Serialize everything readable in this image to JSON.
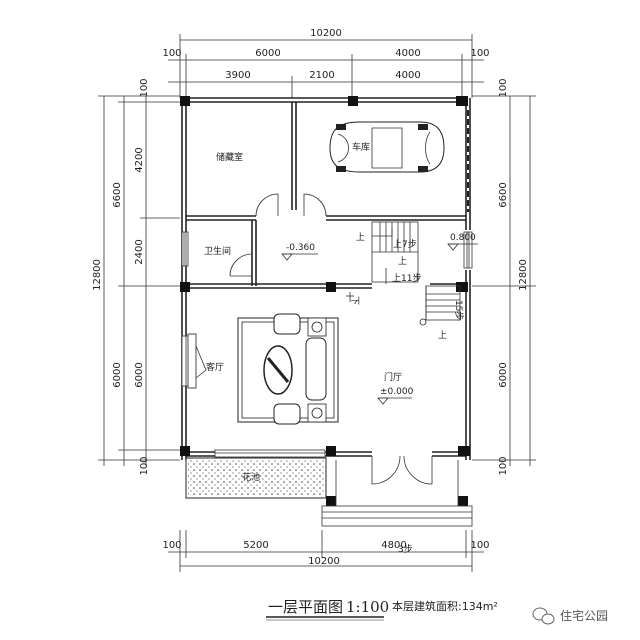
{
  "dimensions": {
    "top_total": "10200",
    "top_left_edge": "100",
    "top_right_edge": "100",
    "top_seg_6000": "6000",
    "top_seg_4000": "4000",
    "top_sub_3900": "3900",
    "top_sub_2100": "2100",
    "top_sub_4000": "4000",
    "bottom_left_edge": "100",
    "bottom_right_edge": "100",
    "bottom_seg_5200": "5200",
    "bottom_seg_4800": "4800",
    "bottom_total": "10200",
    "left_top_edge": "100",
    "left_total": "12800",
    "left_seg_6600": "6600",
    "left_seg_6000": "6000",
    "left_sub_4200": "4200",
    "left_sub_2400": "2400",
    "left_sub_6000": "6000",
    "left_bottom_edge": "100",
    "right_top_edge": "100",
    "right_total": "12800",
    "right_seg_6600": "6600",
    "right_seg_6000": "6000",
    "right_bottom_edge": "100"
  },
  "rooms": {
    "storage": "储藏室",
    "garage": "车库",
    "bathroom": "卫生间",
    "living": "客厅",
    "foyer": "门厅",
    "garden": "花池"
  },
  "levels": {
    "bathroom": "-0.360",
    "garage": "0.800",
    "foyer": "±0.000"
  },
  "stairs": {
    "up1": "上",
    "steps7": "上7步",
    "steps11": "上11步",
    "steps15": "15步",
    "up2": "上",
    "up3": "上",
    "down": "下",
    "bottom_steps": "3步"
  },
  "caption": {
    "title": "一层平面图",
    "scale": "1:100",
    "area": "本层建筑面积:134m²"
  },
  "watermark": {
    "text": "住宅公园",
    "icon": "wechat-icon"
  }
}
